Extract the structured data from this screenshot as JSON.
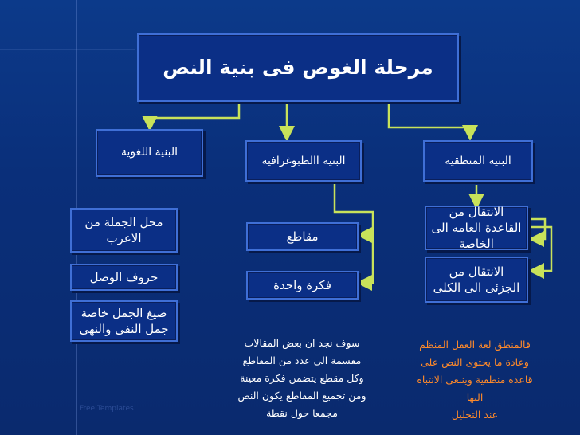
{
  "title": "مرحلة الغوص فى بنية النص",
  "columns": {
    "linguistic": {
      "header": "البنية اللغوية",
      "items": [
        "محل الجملة من الاعرب",
        "حروف الوصل",
        "صيغ الجمل خاصة جمل النفى والنهى"
      ]
    },
    "typographic": {
      "header": "البنية االطبوغرافية",
      "items": [
        "مقاطع",
        "فكرة واحدة"
      ],
      "note": "سوف نجد ان بعض المقالات\nمقسمة الى عدد من المقاطع\nوكل مقطع يتضمن فكرة معينة\nومن تجميع المقاطع يكون النص\nمجمعا حول نقطة"
    },
    "logical": {
      "header": "البنية المنطقية",
      "items": [
        "الانتقال من القاعدة العامه الى الخاصة",
        "الانتقال من الجزئى الى الكلى"
      ],
      "note": "فالمنطق لغة العقل المنظم\nوعادة ما يحتوى النص على\nقاعدة منطقية وينبغى الانتباه اليها\nعند التحليل"
    }
  },
  "colors": {
    "background": "#0a2f7a",
    "box_fill": "#0b2f86",
    "box_border": "#3f6fd6",
    "connector": "#c8e25a",
    "note_white": "#ffffff",
    "note_orange": "#ff8a2a"
  },
  "footer": "Free Templates"
}
